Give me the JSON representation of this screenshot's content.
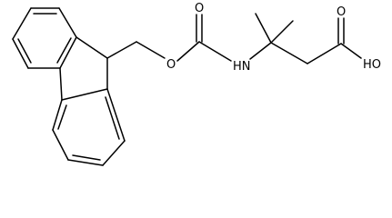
{
  "molecule": {
    "atoms": {
      "carbonyl_oxygen": "O",
      "ester_oxygen": "O",
      "amine": "HN",
      "acid_carbonyl_oxygen": "O",
      "hydroxyl": "HO"
    }
  },
  "colors": {
    "bond": "#000000",
    "background": "#ffffff"
  }
}
